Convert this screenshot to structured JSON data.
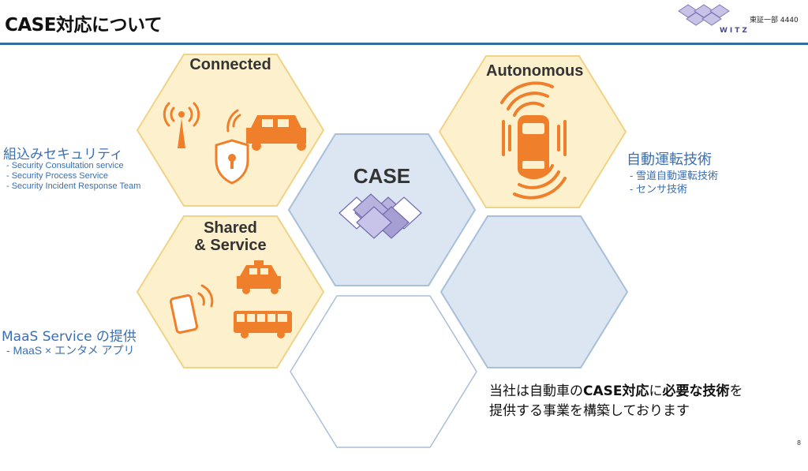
{
  "header": {
    "title": "CASE対応について",
    "logo_text": "WITZ",
    "ticker": "東証一部 4440"
  },
  "hexagons": {
    "connected": {
      "label": "Connected"
    },
    "autonomous": {
      "label": "Autonomous"
    },
    "case": {
      "label": "CASE"
    },
    "shared": {
      "label_line1": "Shared",
      "label_line2": "& Service"
    }
  },
  "left_top": {
    "heading": "組込みセキュリティ",
    "items": [
      "- Security Consultation service",
      "- Security Process Service",
      "- Security Incident Response Team"
    ]
  },
  "left_bottom": {
    "heading": "MaaS Service の提供",
    "items": [
      "- MaaS × エンタメ アプリ"
    ]
  },
  "right": {
    "heading": "自動運転技術",
    "items": [
      "- 雪道自動運転技術",
      "- センサ技術"
    ]
  },
  "message": {
    "line1_a": "当社は自動車の",
    "line1_b": "CASE対応",
    "line1_c": "に",
    "line1_d": "必要な技術",
    "line1_e": "を",
    "line2": "提供する事業を構築しております"
  },
  "page_number": "8",
  "colors": {
    "hex_yellow_fill": "#fdf0cc",
    "hex_yellow_stroke": "#efd386",
    "hex_blue_fill": "#dce6f2",
    "hex_blue_stroke": "#a8bfd9",
    "icon_orange": "#ef7f2a",
    "text_blue": "#3b6fb0",
    "rule_blue": "#2f6da3",
    "logo_purple": "#9a93c9"
  }
}
